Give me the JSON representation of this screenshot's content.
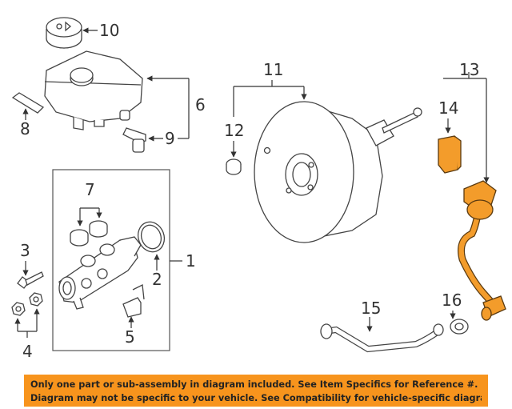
{
  "callouts": {
    "c1": "1",
    "c2": "2",
    "c3": "3",
    "c4": "4",
    "c5": "5",
    "c6": "6",
    "c7": "7",
    "c8": "8",
    "c9": "9",
    "c10": "10",
    "c11": "11",
    "c12": "12",
    "c13": "13",
    "c14": "14",
    "c15": "15",
    "c16": "16"
  },
  "notice": {
    "line1": "Only one part or sub-assembly in diagram included. See Item Specifics for Reference #.",
    "line2": "Diagram may not be specific to your vehicle. See Compatibility for vehicle-specific diagrams."
  },
  "colors": {
    "highlight": "#f39c2b",
    "banner": "#f7941d",
    "line": "#333333"
  }
}
